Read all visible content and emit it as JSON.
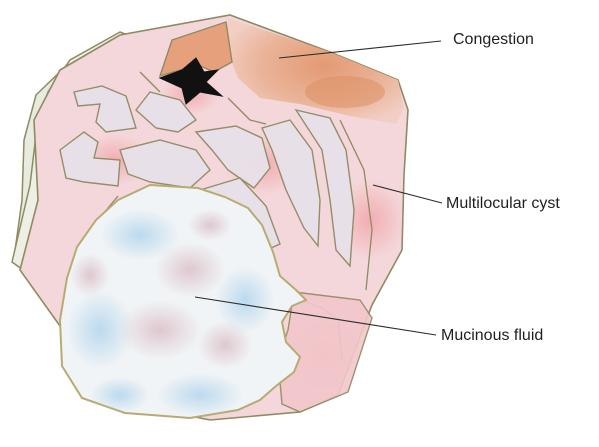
{
  "labels": {
    "congestion": "Congestion",
    "multilocular_cyst": "Multilocular cyst",
    "mucinous_fluid": "Mucinous fluid"
  },
  "colors": {
    "outline": "#8f8a62",
    "tissue_pink": "#f3cfd2",
    "congestion_orange": "#e2a07a",
    "locule_shade": "#e9e3ea",
    "mucinous_fluid_white": "#f1f4f6",
    "mucinous_fluid_blue": "#c6dff0",
    "background_leaf": "#e8ebdf",
    "hemorrhage_black": "#111111",
    "leader_line": "#2b2b2b"
  }
}
